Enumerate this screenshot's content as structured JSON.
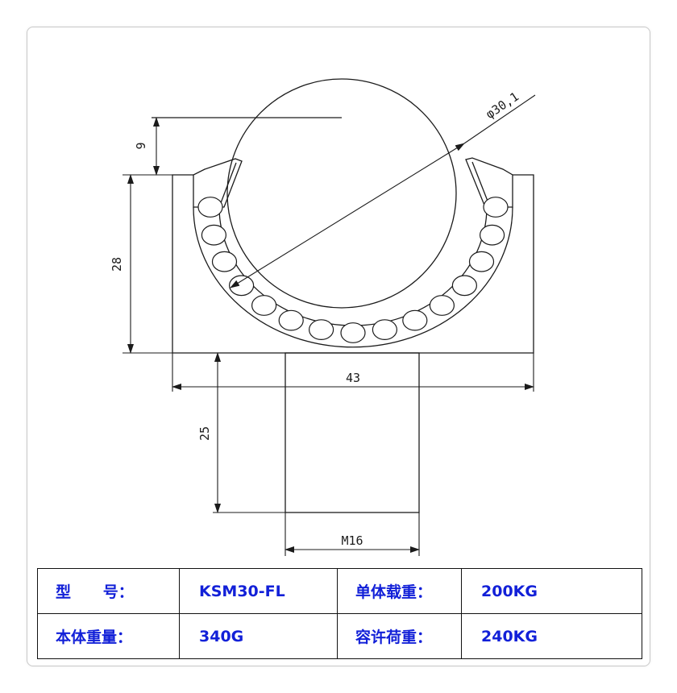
{
  "dimensions": {
    "top_gap": "9",
    "height": "28",
    "diameter": "φ30,1",
    "width": "43",
    "stud_length": "25",
    "thread": "M16"
  },
  "specs": {
    "rows": [
      [
        {
          "label": "型      号："
        },
        {
          "value": "KSM30-FL"
        },
        {
          "label": "单体载重："
        },
        {
          "value": "200KG"
        }
      ],
      [
        {
          "label": "本体重量："
        },
        {
          "value": "340G"
        },
        {
          "label": "容许荷重："
        },
        {
          "value": "240KG"
        }
      ]
    ]
  },
  "colors": {
    "line": "#1b1b1b",
    "text_blue": "#1220d8",
    "border": "#c9c9c9"
  }
}
